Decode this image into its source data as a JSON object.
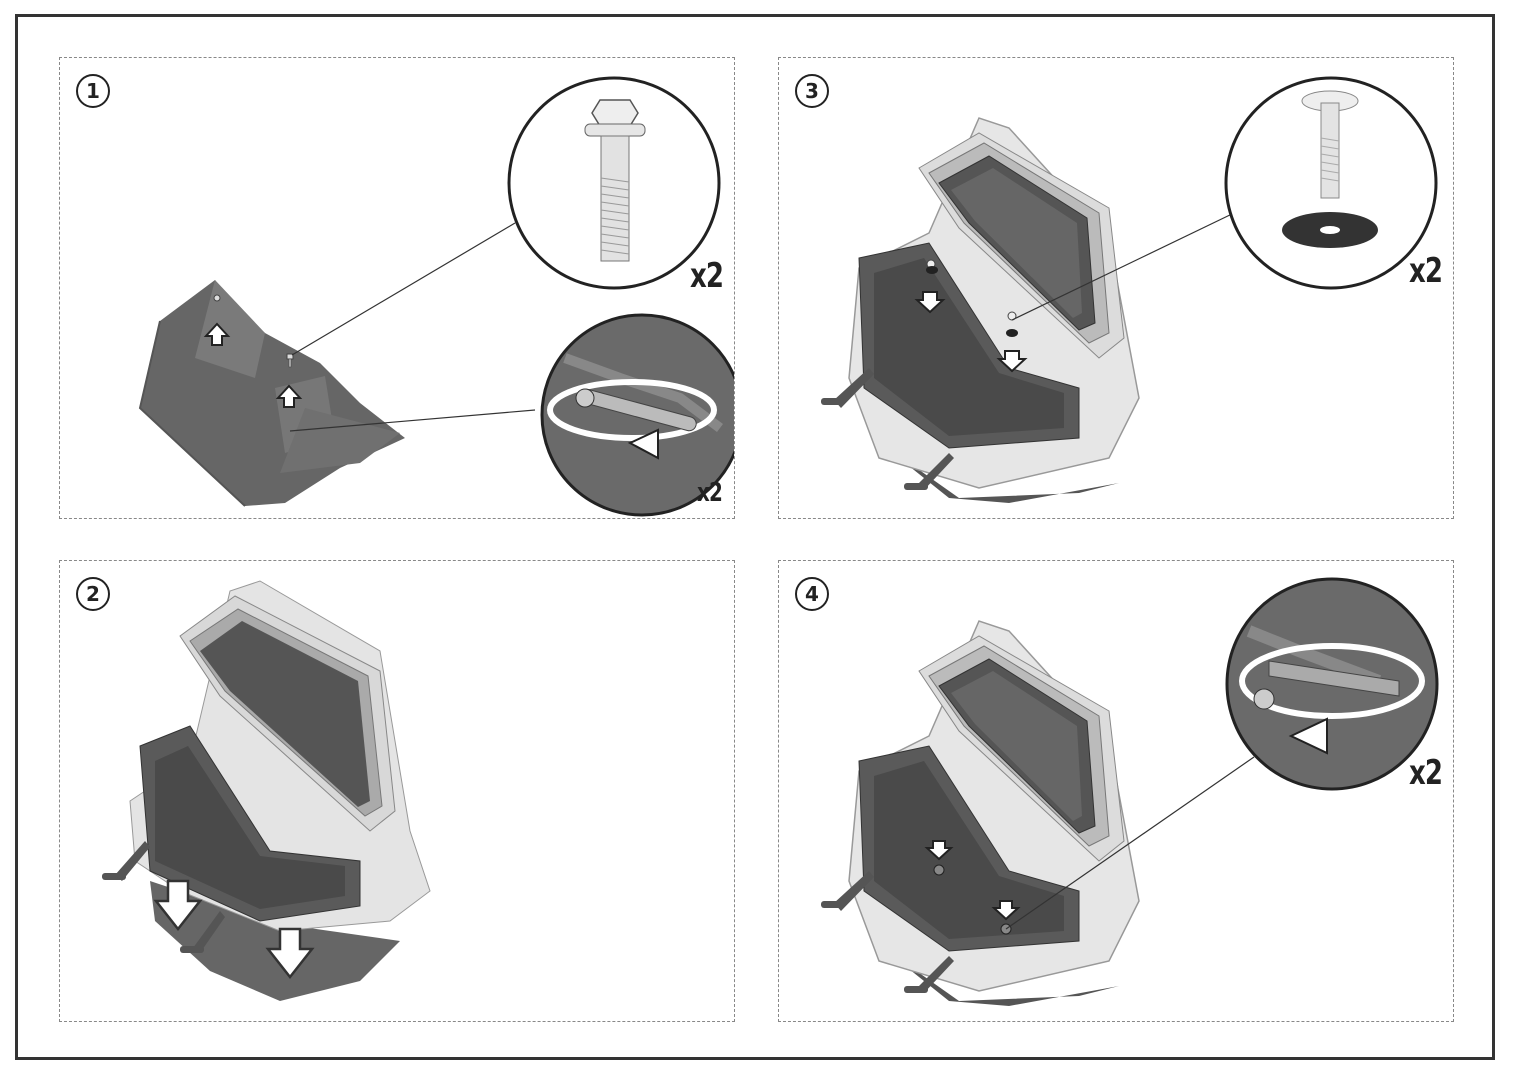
{
  "steps": [
    {
      "number": "1",
      "quantity_bolt": "x2",
      "quantity_wrench": "x2"
    },
    {
      "number": "3",
      "quantity": "x2"
    },
    {
      "number": "2"
    },
    {
      "number": "4",
      "quantity": "x2"
    }
  ]
}
